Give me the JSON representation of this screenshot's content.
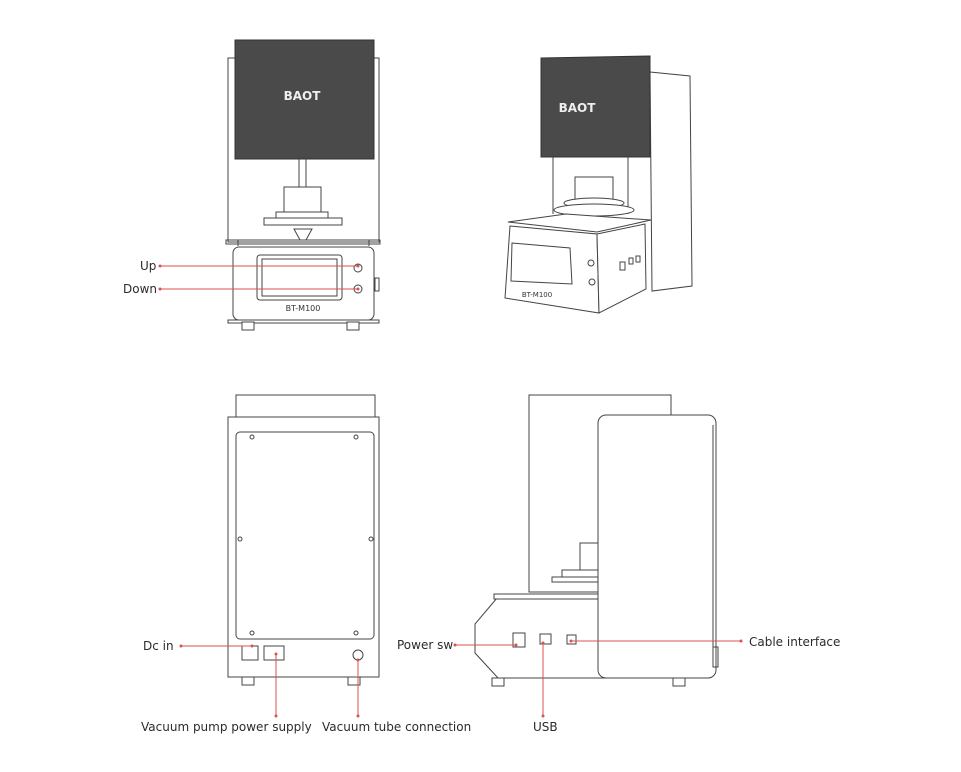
{
  "brand": {
    "logo_text": "BAOT",
    "model": "BT-M100"
  },
  "callouts": {
    "up": "Up",
    "down": "Down",
    "dc_in": "Dc in",
    "vacuum_pump_power_supply": "Vacuum pump power supply",
    "vacuum_tube_connection": "Vacuum tube connection",
    "power_sw": "Power sw",
    "usb": "USB",
    "cable_interface": "Cable interface"
  },
  "colors": {
    "callout_line": "#d9534f",
    "drawing_line": "#444444",
    "chamber_fill": "#4a4a4a"
  }
}
